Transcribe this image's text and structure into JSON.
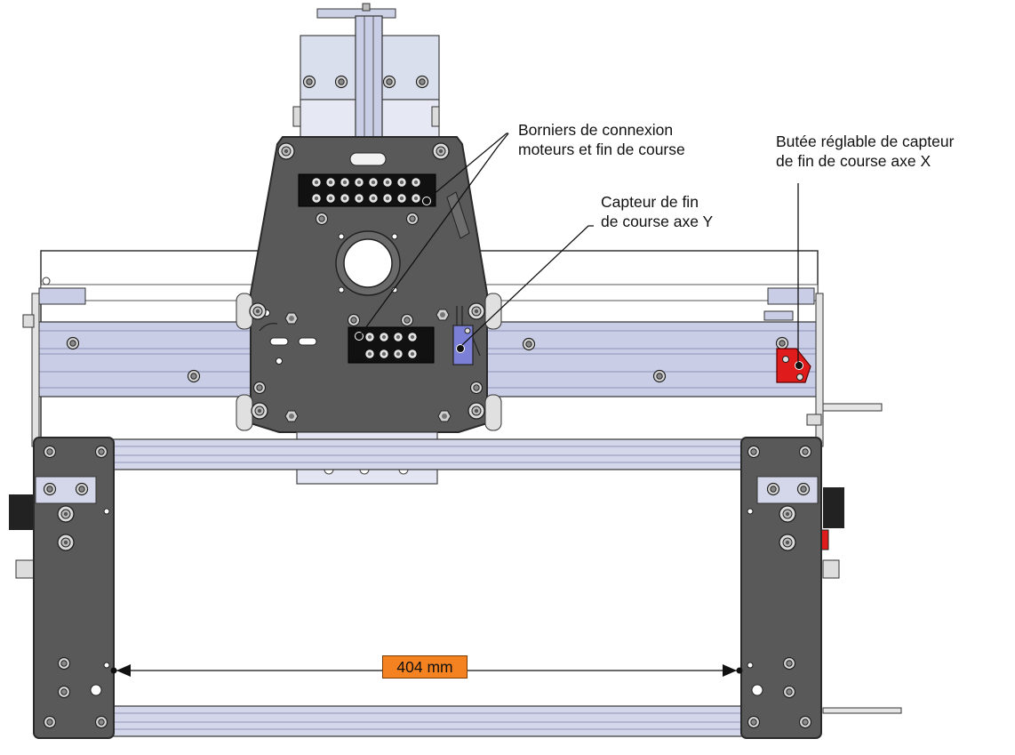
{
  "callouts": {
    "terminals": {
      "line1": "Borniers de connexion",
      "line2": "moteurs et fin de course"
    },
    "y_limit_switch": {
      "line1": "Capteur de fin",
      "line2": "de course axe Y"
    },
    "x_adjustable_stop": {
      "line1": "Butée réglable de capteur",
      "line2": "de fin de course axe X"
    }
  },
  "dimension": {
    "label": "404 mm"
  },
  "colors": {
    "plate": "#595959",
    "plate_edge": "#2a2a2a",
    "rail": "#c9cde6",
    "rail_dark": "#8f93b8",
    "motor_block": "#dadfee",
    "stop_red": "#e01b1b",
    "switch_blue": "#7b7fd6",
    "dim_label_bg": "#f58220"
  }
}
